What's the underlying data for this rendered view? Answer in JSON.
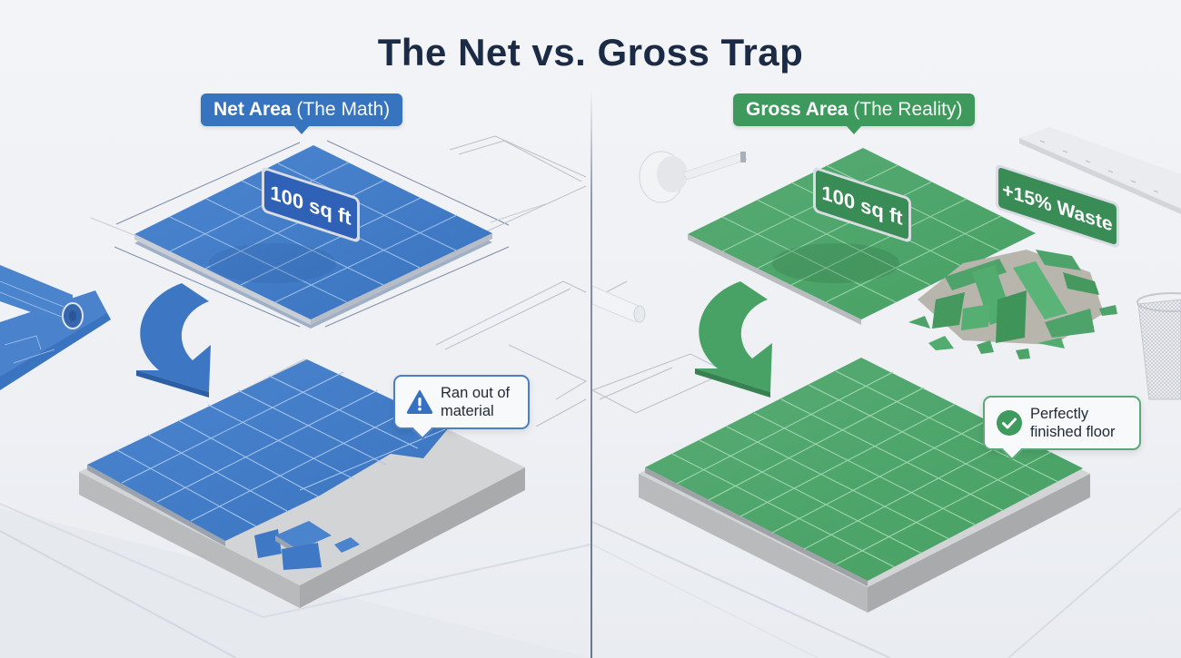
{
  "title": "The Net vs. Gross Trap",
  "colors": {
    "title": "#1b2a45",
    "blue": "#3f7bc8",
    "blue_dark": "#2f67b3",
    "green": "#46a165",
    "green_dark": "#3a8c57",
    "concrete": "#c8c9cb",
    "warning_icon": "#3670c0",
    "check_icon": "#3f9a5e"
  },
  "left_panel": {
    "header": {
      "bold": "Net Area",
      "sub": " (The Math)"
    },
    "top_sign": "100 sq ft",
    "callout": {
      "icon": "warning-icon",
      "line1": "Ran out of",
      "line2": "material"
    },
    "decor": [
      "blueprint-roll",
      "dimension-lines",
      "floor-plan-lines",
      "curved-arrow-down"
    ]
  },
  "right_panel": {
    "header": {
      "bold": "Gross Area",
      "sub": " (The Reality)"
    },
    "top_sign": "100 sq ft",
    "waste_sign": "+15% Waste",
    "callout": {
      "icon": "check-circle-icon",
      "line1": "Perfectly",
      "line2": "finished floor"
    },
    "decor": [
      "tape-measure",
      "ruler",
      "rolled-paper",
      "tile-scrap-pile",
      "mesh-wastebasket",
      "curved-arrow-down"
    ]
  }
}
